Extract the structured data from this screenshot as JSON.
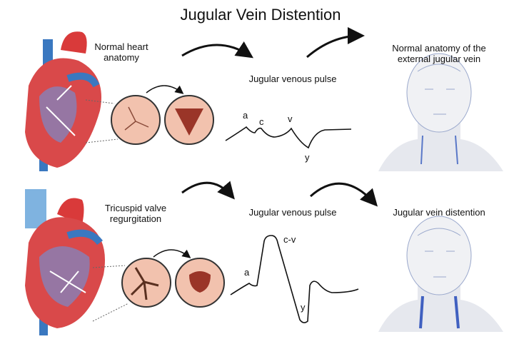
{
  "title": "Jugular Vein Distention",
  "top": {
    "heart_label": "Normal heart anatomy",
    "pulse_label": "Jugular venous pulse",
    "neck_label": "Normal anatomy of the external jugular vein",
    "wave_labels": {
      "a": "a",
      "c": "c",
      "v": "v",
      "y": "y"
    }
  },
  "bottom": {
    "heart_label": "Tricuspid valve regurgitation",
    "pulse_label": "Jugular venous pulse",
    "neck_label": "Jugular vein distention",
    "wave_labels": {
      "a": "a",
      "cv": "c-v",
      "y": "y"
    }
  },
  "colors": {
    "artery": "#d93a3a",
    "vein": "#3a78c0",
    "valve": "#f2c2ae",
    "skin": "#eceef2"
  }
}
